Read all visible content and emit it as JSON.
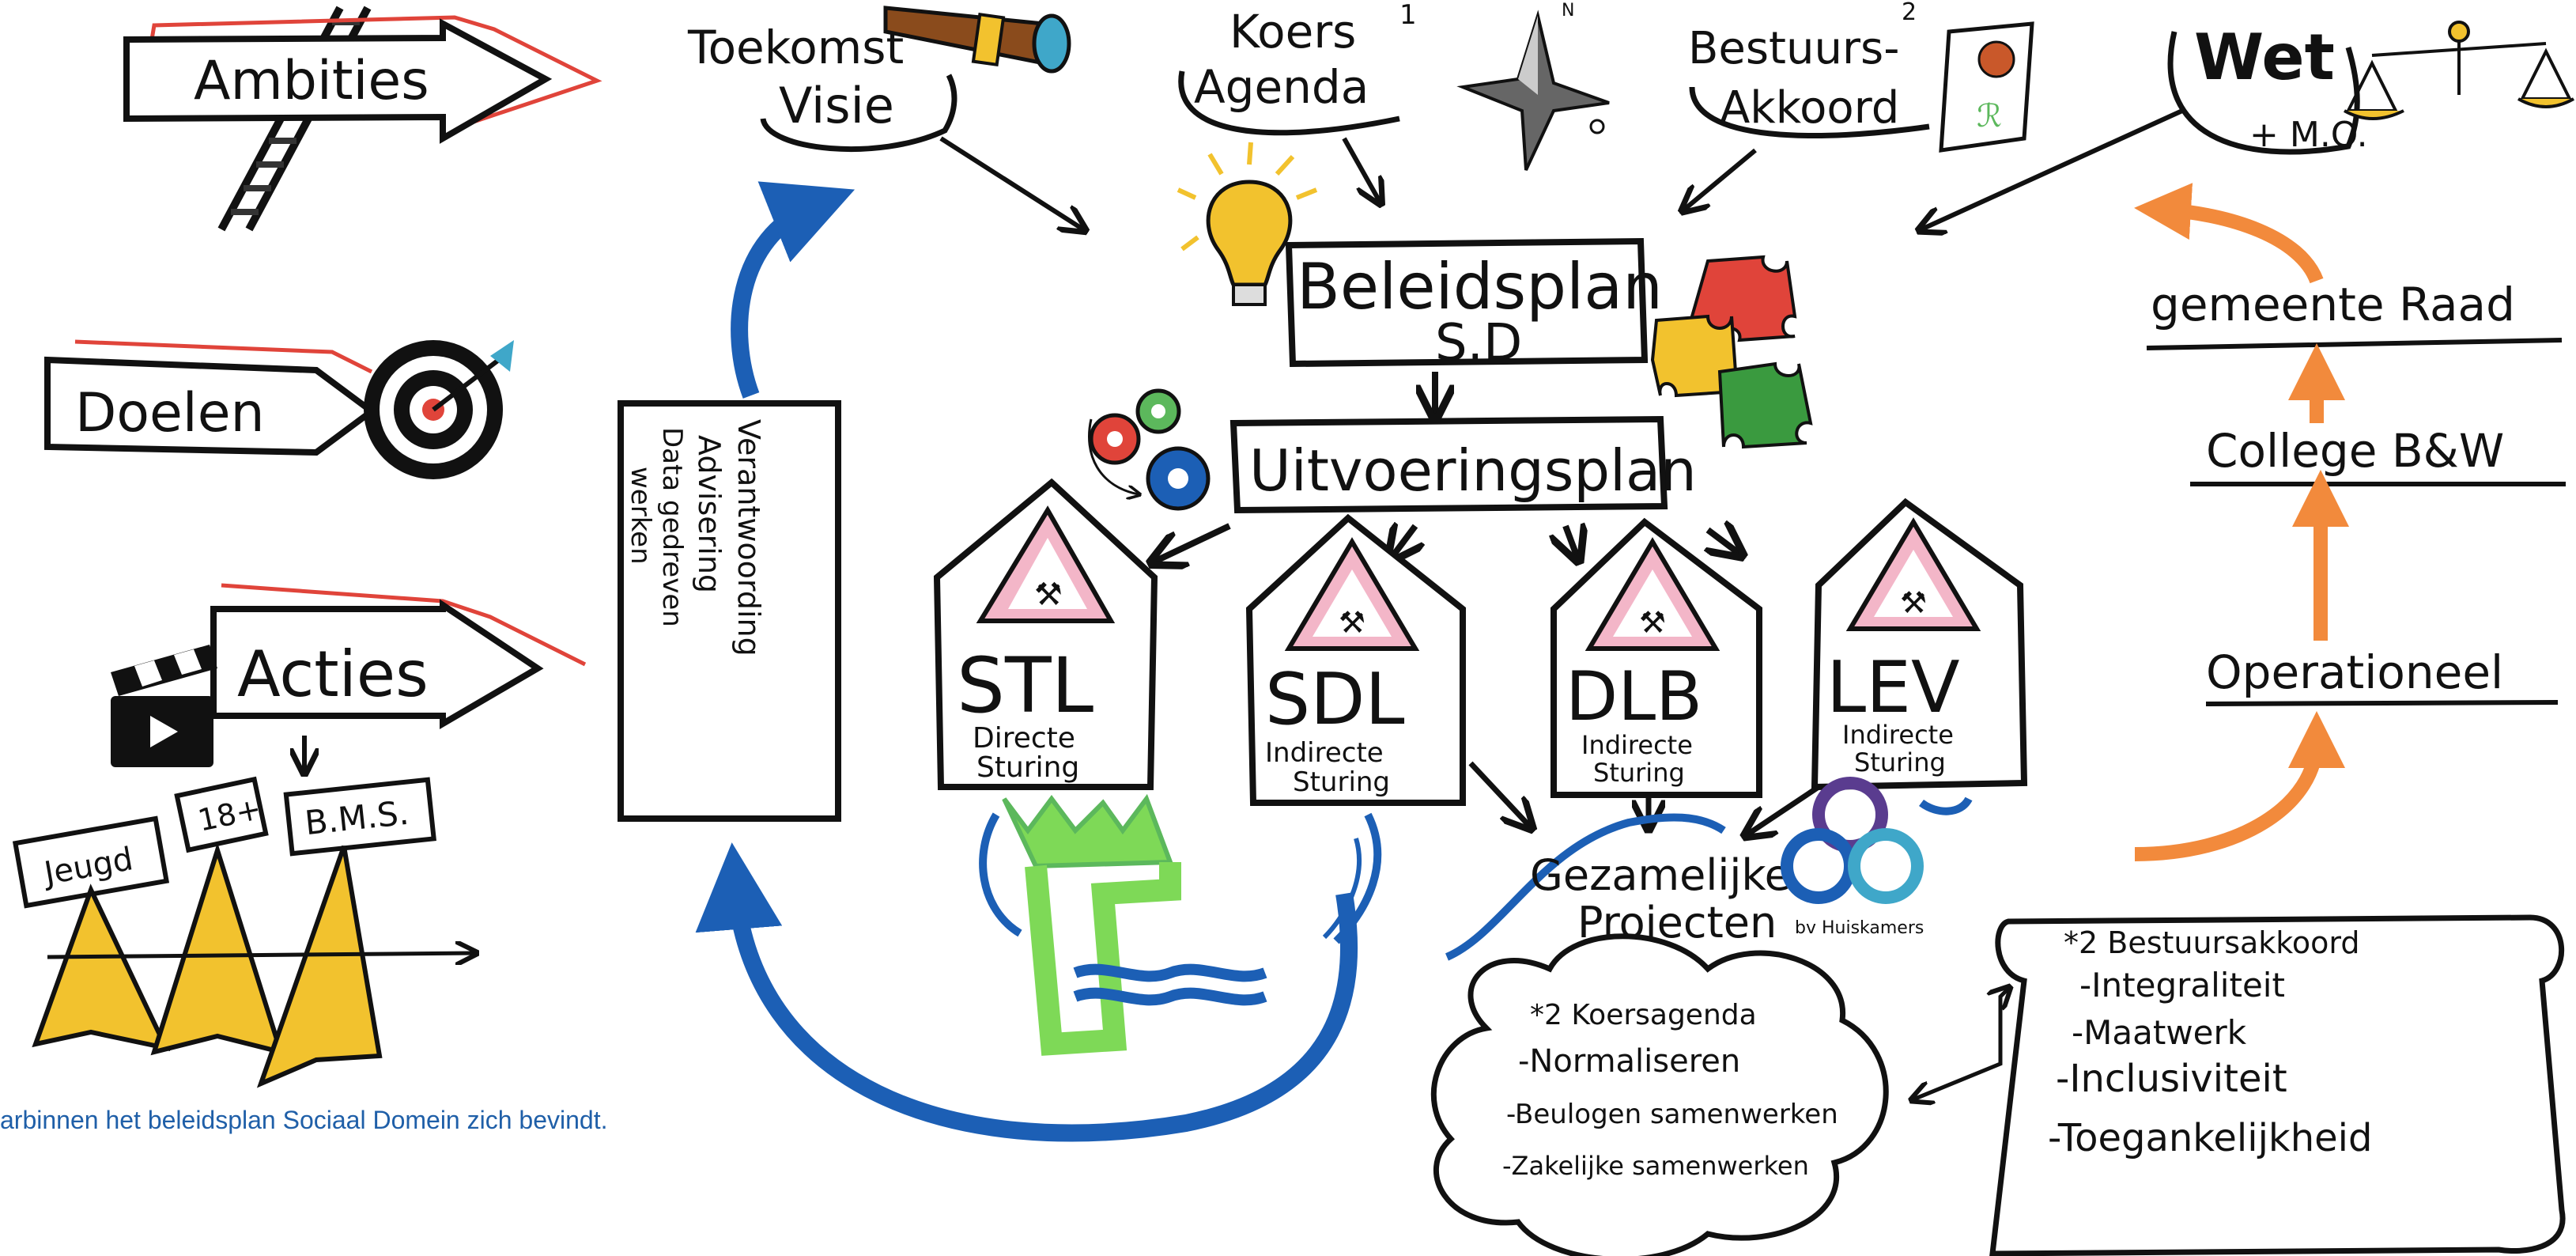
{
  "colors": {
    "ink": "#111111",
    "blue": "#1c5fb5",
    "orange": "#f28a3c",
    "red": "#e0443a",
    "yellow": "#f2c22e",
    "green": "#5cb85c",
    "pink": "#f3b6c8",
    "caption_blue": "#1f5fa8"
  },
  "left_column": {
    "ambities": "Ambities",
    "doelen": "Doelen",
    "acties": "Acties",
    "tags": [
      "Jeugd",
      "18+",
      "B.M.S."
    ]
  },
  "top_row": {
    "toekomstvisie": [
      "Toekomst",
      "Visie"
    ],
    "koersagenda": [
      "Koers",
      "Agenda"
    ],
    "koersagenda_note": "1",
    "bestuursakkoord": [
      "Bestuurs-",
      "Akkoord"
    ],
    "bestuursakkoord_note": "2",
    "wet_mo": [
      "Wet",
      "+ M.O."
    ]
  },
  "center": {
    "beleidsplan": [
      "Beleidsplan",
      "S.D"
    ],
    "uitvoeringsplan": "Uitvoeringsplan"
  },
  "signs": [
    {
      "code": "STL",
      "line1": "Directe",
      "line2": "Sturing"
    },
    {
      "code": "SDL",
      "line1": "Indirecte",
      "line2": "Sturing"
    },
    {
      "code": "DLB",
      "line1": "Indirecte",
      "line2": "Sturing"
    },
    {
      "code": "LEV",
      "line1": "Indirecte",
      "line2": "Sturing"
    }
  ],
  "verantwoording": [
    "Verantwoording",
    "Advisering",
    "&",
    "Data gedreven",
    "werken"
  ],
  "gezamenlijke": [
    "Gezamelijke",
    "Projecten"
  ],
  "huiskamers": "bv Huiskamers",
  "right_column": [
    "gemeente Raad",
    "College B&W",
    "Operationeel"
  ],
  "cloud_koersagenda": {
    "title": "*2 Koersagenda",
    "items": [
      "-Normaliseren",
      "-Beulogen samenwerken",
      "-Zakelijke samenwerken"
    ]
  },
  "scroll_bestuursakkoord": {
    "title": "*2 Bestuursakkoord",
    "items": [
      "-Integraliteit",
      "-Maatwerk",
      "-Inclusiviteit",
      "-Toegankelijkheid"
    ]
  },
  "caption": "arbinnen het beleidsplan Sociaal Domein zich bevindt."
}
